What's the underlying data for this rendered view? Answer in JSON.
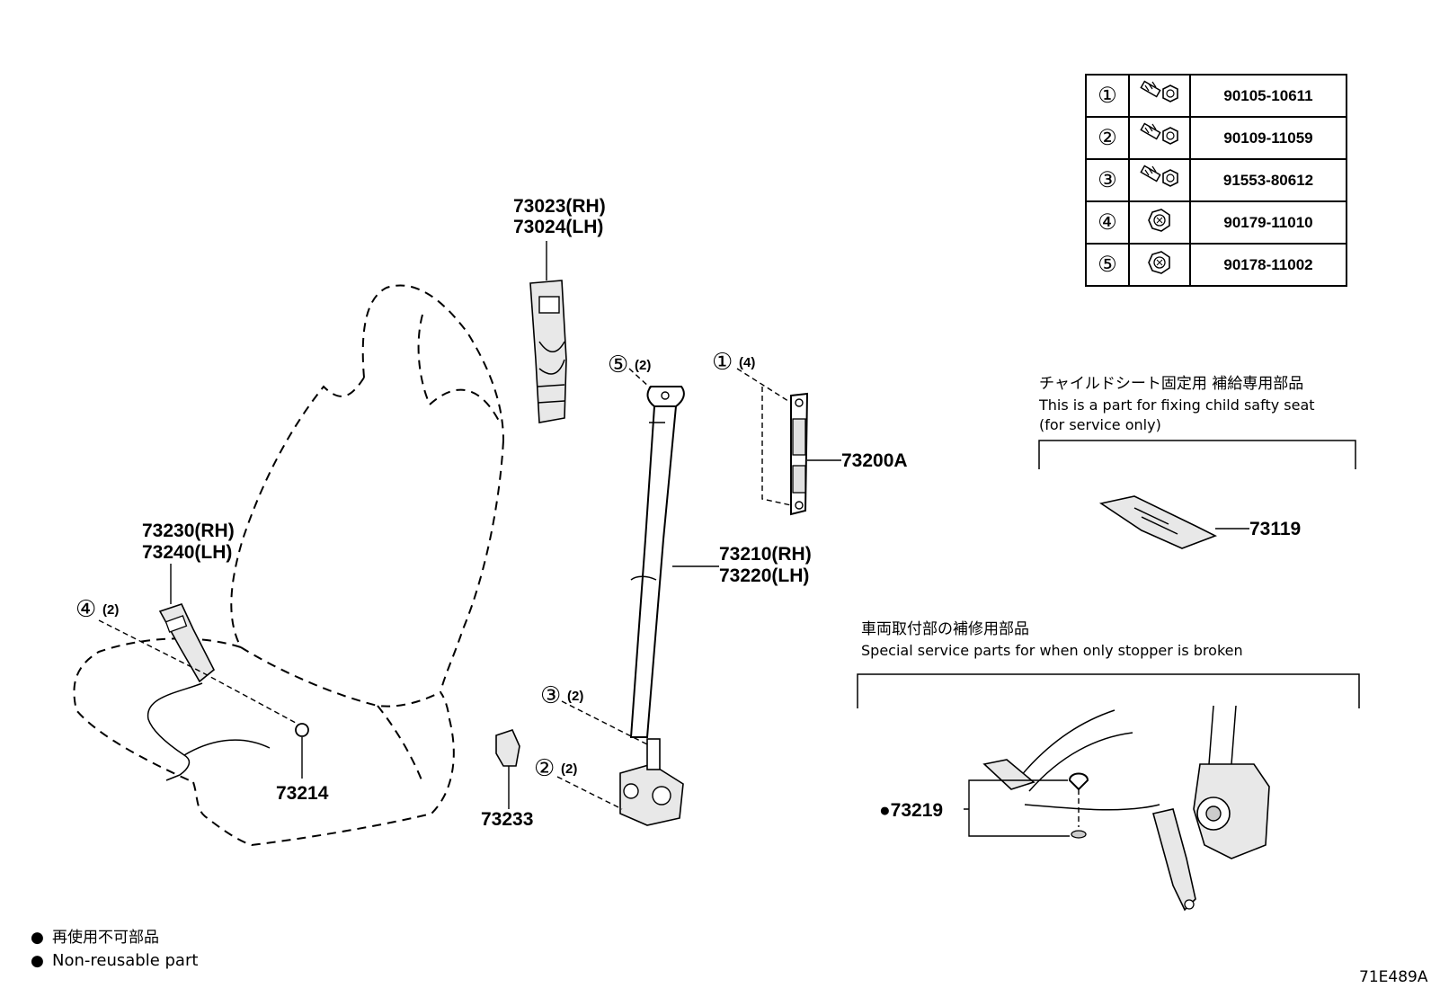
{
  "callouts": {
    "pillar_cover_rh": "73023(RH)",
    "pillar_cover_lh": "73024(LH)",
    "buckle_rh": "73230(RH)",
    "buckle_lh": "73240(LH)",
    "belt_rh": "73210(RH)",
    "belt_lh": "73220(LH)",
    "adjuster": "73200A",
    "washer": "73214",
    "cover": "73233",
    "child_seat_part": "73119",
    "stopper_part": "●73219",
    "qty_5": "(2)",
    "qty_1": "(4)",
    "qty_4": "(2)",
    "qty_3": "(2)",
    "qty_2": "(2)",
    "circle_5": "⑤",
    "circle_1": "①",
    "circle_4": "④",
    "circle_3": "③",
    "circle_2": "②"
  },
  "fasteners": [
    {
      "ref": "①",
      "icon": "bolt-icon",
      "part_no": "90105-10611"
    },
    {
      "ref": "②",
      "icon": "bolt-icon",
      "part_no": "90109-11059"
    },
    {
      "ref": "③",
      "icon": "bolt-icon",
      "part_no": "91553-80612"
    },
    {
      "ref": "④",
      "icon": "nut-icon",
      "part_no": "90179-11010"
    },
    {
      "ref": "⑤",
      "icon": "nut-icon",
      "part_no": "90178-11002"
    }
  ],
  "child_seat_note": {
    "jp": "チャイルドシート固定用 補給専用部品",
    "en1": "This is a part for fixing child safty seat",
    "en2": "(for service only)"
  },
  "stopper_note": {
    "jp": "車両取付部の補修用部品",
    "en": "Special service parts for when only stopper is broken"
  },
  "legend": {
    "jp": "再使用不可部品",
    "en": "Non-reusable part",
    "bullet": "●"
  },
  "diagram_id": "71E489A"
}
